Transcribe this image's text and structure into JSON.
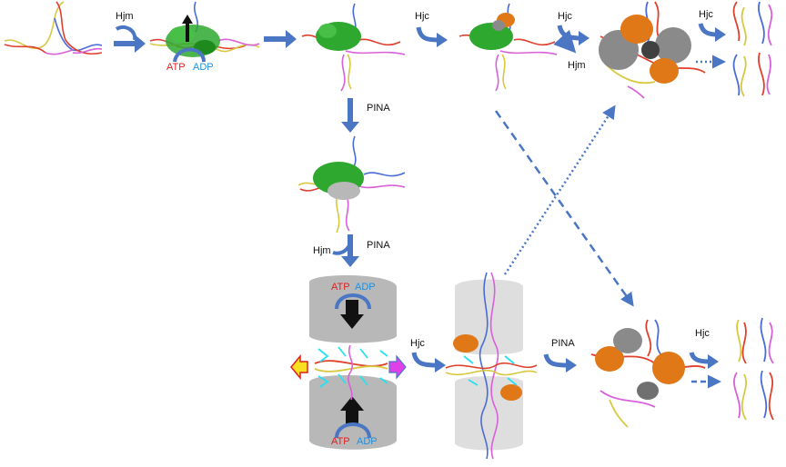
{
  "labels": {
    "hjm_1": "Hjm",
    "atp_1": "ATP",
    "adp_1": "ADP",
    "hjc_1": "Hjc",
    "hjc_2": "Hjc",
    "hjm_2": "Hjm",
    "hjc_3": "Hjc",
    "pina_1": "PINA",
    "hjm_3": "Hjm",
    "pina_2": "PINA",
    "atp_2": "ATP",
    "adp_2": "ADP",
    "atp_3": "ATP",
    "adp_3": "ADP",
    "hjc_4": "Hjc",
    "pina_3": "PINA",
    "hjc_5": "Hjc"
  },
  "colors": {
    "arrow": "#4a76c4",
    "dna_red": "#e0402e",
    "dna_blue": "#4a6cd8",
    "dna_yellow": "#d8c840",
    "dna_magenta": "#d860d8",
    "hjm_protein": "#2ea82e",
    "hjc_protein": "#e07818",
    "gray_protein": "#8a8a8a",
    "pina_hexamer": "#b8b8b8",
    "cyan_strand": "#28e0f0",
    "left_arrow_fill": "#f8e020",
    "left_arrow_stroke": "#e02020",
    "right_arrow_fill": "#e040e8"
  }
}
